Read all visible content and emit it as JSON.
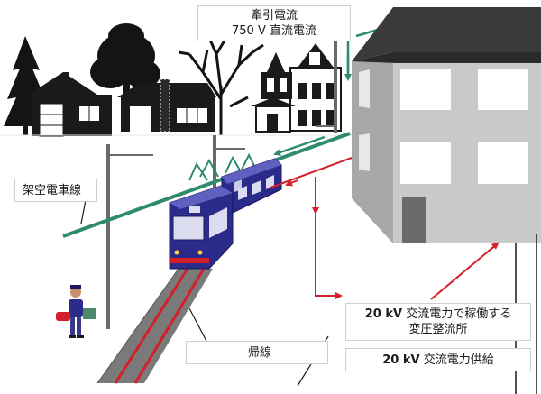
{
  "labels": {
    "traction_current": "牽引電流",
    "traction_voltage": "750 V 直流電流",
    "overhead_line": "架空電車線",
    "return_line": "帰線",
    "substation_line1_value": "20 kV",
    "substation_line1_text": " 交流電力で稼働する",
    "substation_line2": "変圧整流所",
    "supply_value": "20 kV",
    "supply_text": " 交流電力供給"
  },
  "colors": {
    "tram_body": "#2b2b8c",
    "tram_roof": "#5555b0",
    "overhead_wire": "#2e8b6e",
    "return_current": "#d21f2a",
    "rail_bed": "#7a7a7a",
    "building_front": "#c9c9c9",
    "building_side": "#a8a8a8",
    "building_roof": "#3a3a3a",
    "house_dark": "#1a1a1a"
  },
  "icons": [
    "worker-figure",
    "tram",
    "houses",
    "trees",
    "substation-building"
  ]
}
